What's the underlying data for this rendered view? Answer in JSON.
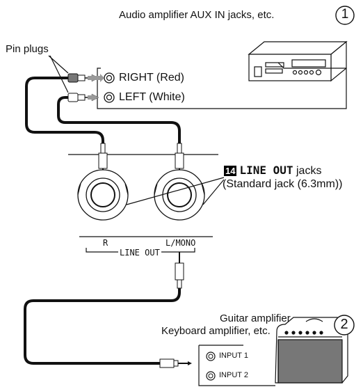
{
  "amp_label": "Audio amplifier AUX IN jacks, etc.",
  "amp_number": "1",
  "pin_plugs_label": "Pin plugs",
  "right_label": "RIGHT (Red)",
  "left_label": "LEFT (White)",
  "line_out_badge": "14",
  "line_out_bold": "LINE OUT",
  "line_out_jacks": "jacks",
  "line_out_detail": "(Standard jack (6.3mm))",
  "label_r": "R",
  "label_lmono": "L/MONO",
  "label_line_out": "LINE OUT",
  "guitar_amp_label": "Guitar amplifier",
  "keyboard_amp_label": "Keyboard amplifier, etc.",
  "guitar_number": "2",
  "input1_label": "INPUT 1",
  "input2_label": "INPUT 2"
}
